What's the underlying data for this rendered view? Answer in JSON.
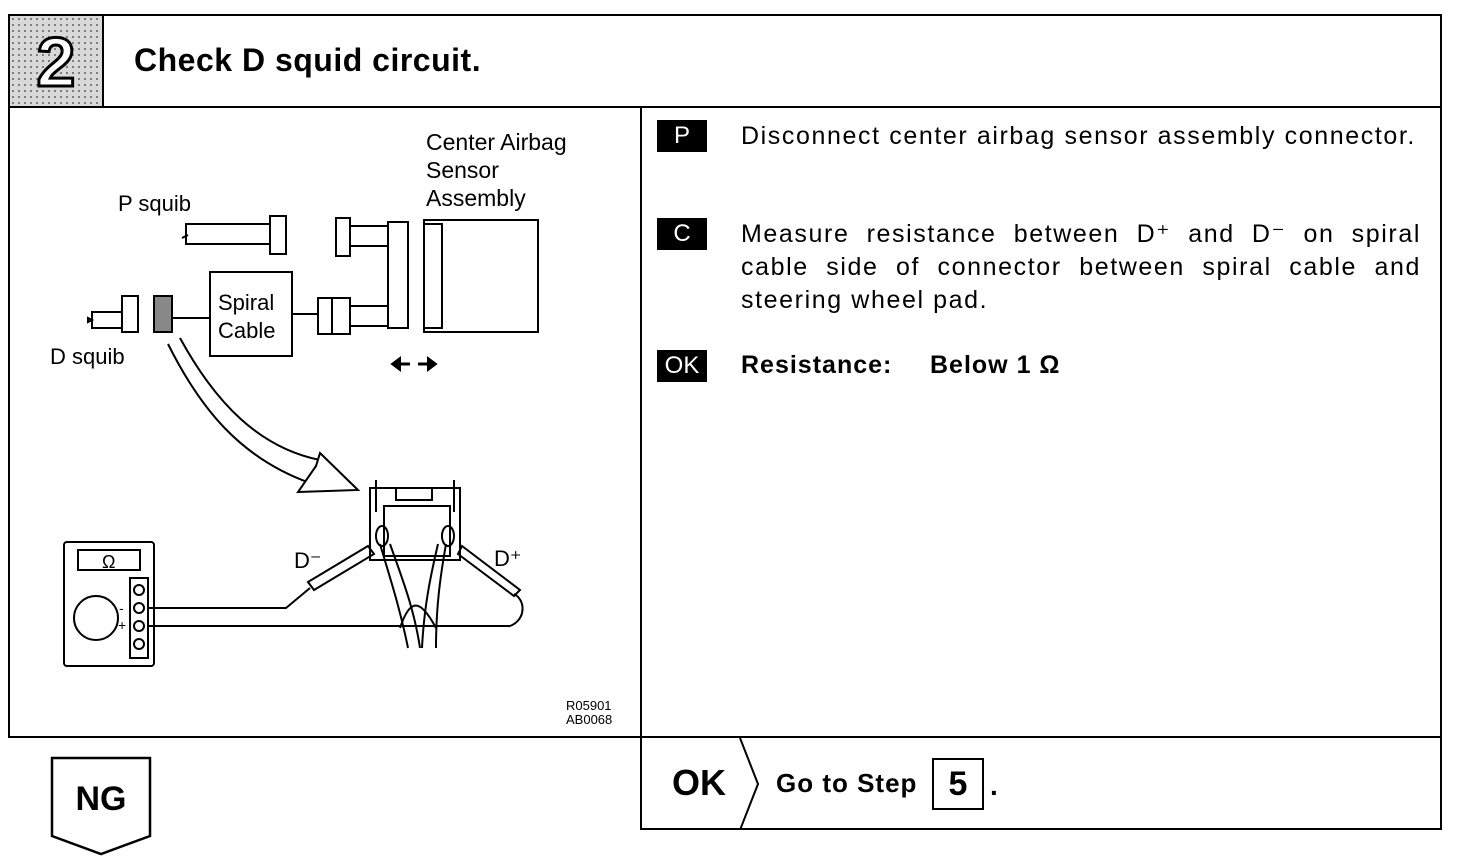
{
  "header": {
    "step_number": "2",
    "title": "Check D squid circuit."
  },
  "diagram": {
    "labels": {
      "center_sensor_line1": "Center Airbag",
      "center_sensor_line2": "Sensor",
      "center_sensor_line3": "Assembly",
      "p_squib": "P squib",
      "d_squib": "D squib",
      "spiral_line1": "Spiral",
      "spiral_line2": "Cable",
      "d_minus": "D⁻",
      "d_plus": "D⁺",
      "ohm_symbol": "Ω",
      "meter_minus": "-",
      "meter_plus": "+",
      "ref_code1": "R05901",
      "ref_code2": "AB0068"
    }
  },
  "instructions": [
    {
      "tag": "P",
      "text": "Disconnect center airbag sensor assembly connector."
    },
    {
      "tag": "C",
      "text": "Measure resistance between D⁺ and D⁻ on spiral cable side of connector between spiral cable and steering wheel pad."
    }
  ],
  "result": {
    "tag": "OK",
    "label": "Resistance:",
    "value": "Below 1 Ω"
  },
  "ok_branch": {
    "label": "OK",
    "goto_text": "Go to Step",
    "step": "5",
    "period": "."
  },
  "ng_branch": {
    "label": "NG"
  }
}
